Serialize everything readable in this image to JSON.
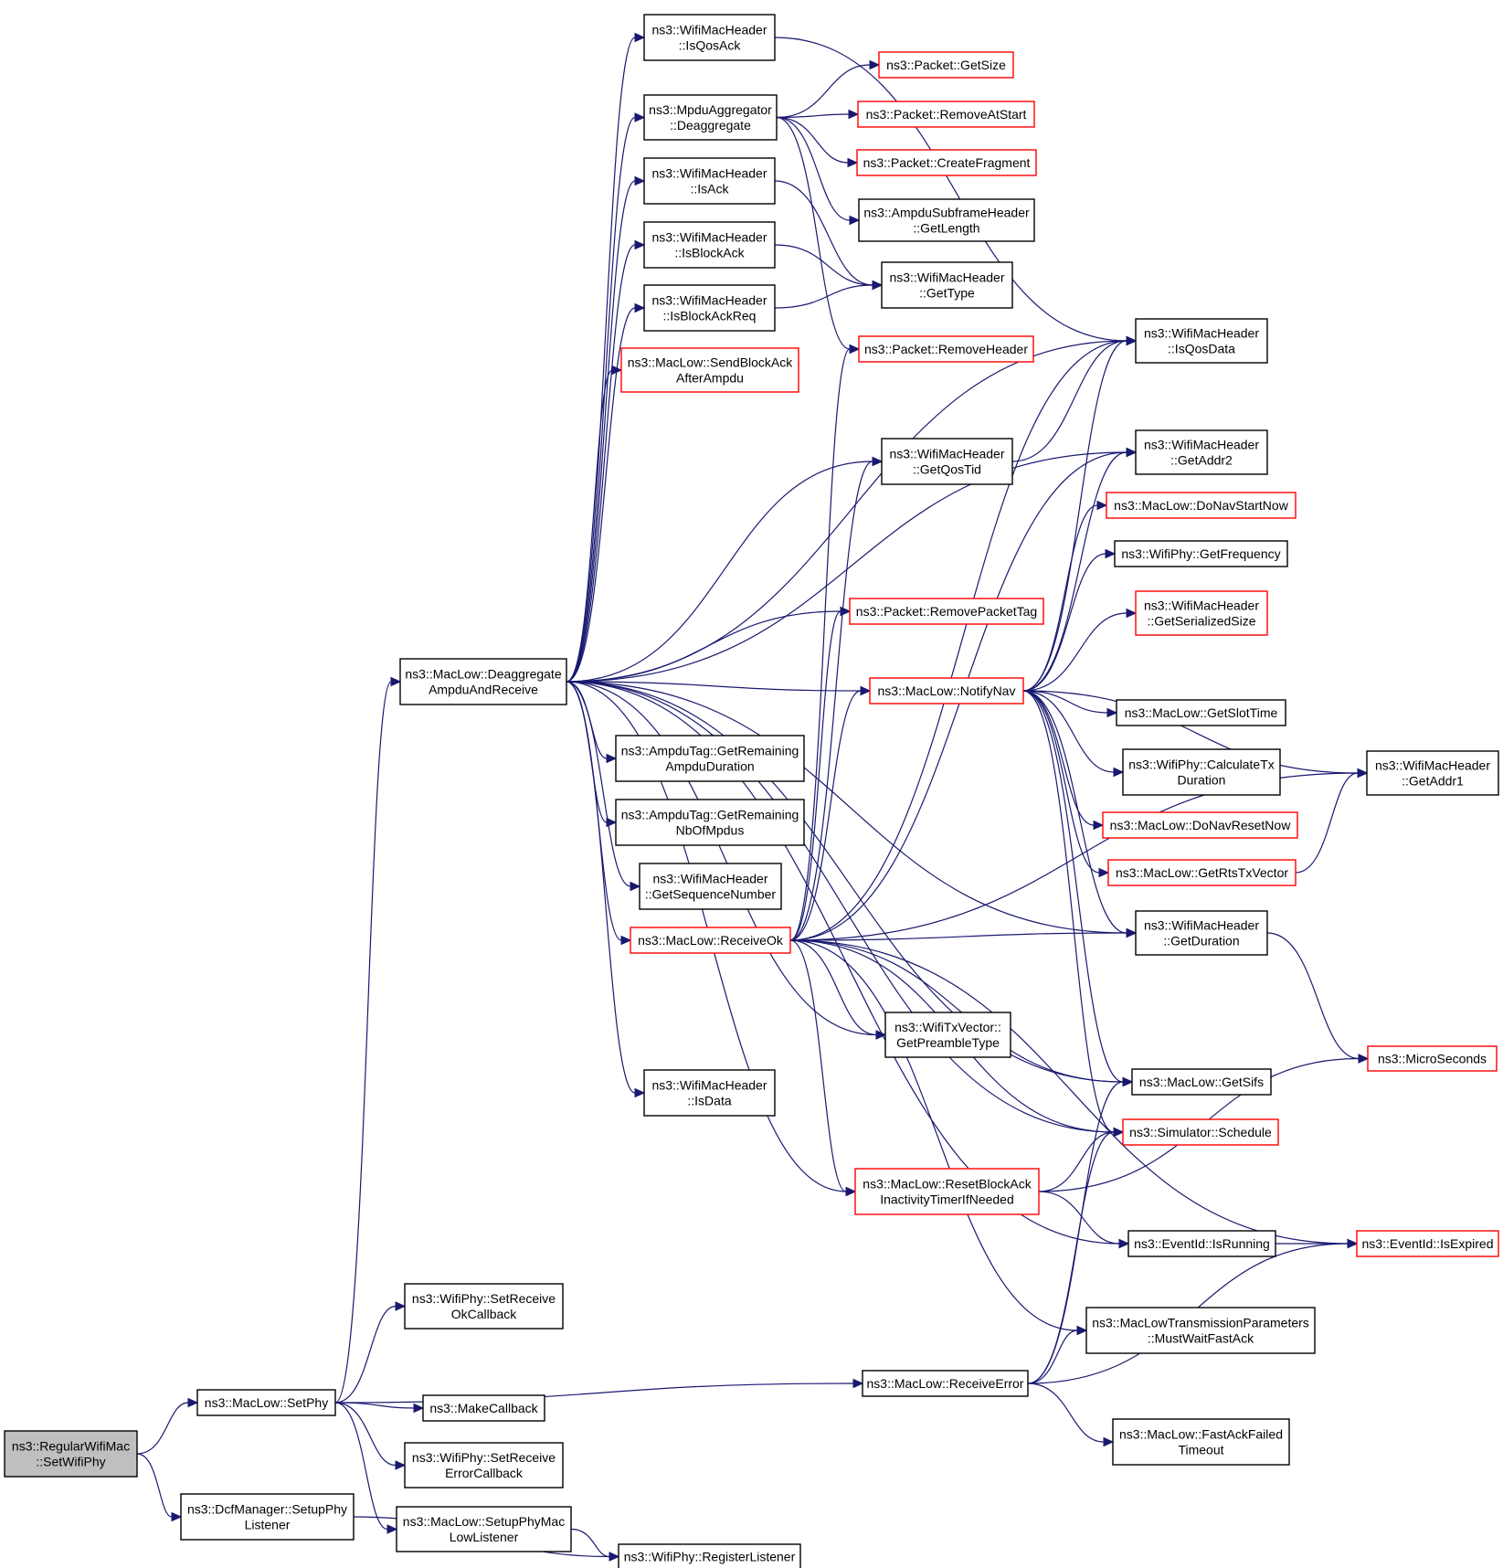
{
  "colors": {
    "edge": "#191970",
    "border_normal": "#000000",
    "border_truncated": "#ff0000",
    "root_fill": "#bfbfbf",
    "node_fill": "#ffffff"
  },
  "nodes": [
    {
      "id": "n_rwm_setwifiphy",
      "lines": [
        "ns3::RegularWifiMac",
        "::SetWifiPhy"
      ],
      "variant": "root"
    },
    {
      "id": "n_maclow_setphy",
      "lines": [
        "ns3::MacLow::SetPhy"
      ],
      "variant": "normal"
    },
    {
      "id": "n_dcf_setupphylistener",
      "lines": [
        "ns3::DcfManager::SetupPhy",
        "Listener"
      ],
      "variant": "normal"
    },
    {
      "id": "n_deaggregate_ampdu_receive",
      "lines": [
        "ns3::MacLow::Deaggregate",
        "AmpduAndReceive"
      ],
      "variant": "normal"
    },
    {
      "id": "n_wifiphy_setreceiveokcb",
      "lines": [
        "ns3::WifiPhy::SetReceive",
        "OkCallback"
      ],
      "variant": "normal"
    },
    {
      "id": "n_makecallback",
      "lines": [
        "ns3::MakeCallback"
      ],
      "variant": "normal"
    },
    {
      "id": "n_wifiphy_setreceiveerrcb",
      "lines": [
        "ns3::WifiPhy::SetReceive",
        "ErrorCallback"
      ],
      "variant": "normal"
    },
    {
      "id": "n_setupphymaclowlistener",
      "lines": [
        "ns3::MacLow::SetupPhyMac",
        "LowListener"
      ],
      "variant": "normal"
    },
    {
      "id": "n_wifiphy_registerlistener",
      "lines": [
        "ns3::WifiPhy::RegisterListener"
      ],
      "variant": "normal"
    },
    {
      "id": "n_isqosack",
      "lines": [
        "ns3::WifiMacHeader",
        "::IsQosAck"
      ],
      "variant": "normal"
    },
    {
      "id": "n_mpdu_deaggregate",
      "lines": [
        "ns3::MpduAggregator",
        "::Deaggregate"
      ],
      "variant": "normal"
    },
    {
      "id": "n_isack",
      "lines": [
        "ns3::WifiMacHeader",
        "::IsAck"
      ],
      "variant": "normal"
    },
    {
      "id": "n_isblockack",
      "lines": [
        "ns3::WifiMacHeader",
        "::IsBlockAck"
      ],
      "variant": "normal"
    },
    {
      "id": "n_isblockackreq",
      "lines": [
        "ns3::WifiMacHeader",
        "::IsBlockAckReq"
      ],
      "variant": "normal"
    },
    {
      "id": "n_sendblockack",
      "lines": [
        "ns3::MacLow::SendBlockAck",
        "AfterAmpdu"
      ],
      "variant": "truncated"
    },
    {
      "id": "n_ampdutag_duration",
      "lines": [
        "ns3::AmpduTag::GetRemaining",
        "AmpduDuration"
      ],
      "variant": "normal"
    },
    {
      "id": "n_ampdutag_nbofmpdus",
      "lines": [
        "ns3::AmpduTag::GetRemaining",
        "NbOfMpdus"
      ],
      "variant": "normal"
    },
    {
      "id": "n_getsequencenumber",
      "lines": [
        "ns3::WifiMacHeader",
        "::GetSequenceNumber"
      ],
      "variant": "normal"
    },
    {
      "id": "n_receiveok",
      "lines": [
        "ns3::MacLow::ReceiveOk"
      ],
      "variant": "truncated"
    },
    {
      "id": "n_isdata",
      "lines": [
        "ns3::WifiMacHeader",
        "::IsData"
      ],
      "variant": "normal"
    },
    {
      "id": "n_receiveerror",
      "lines": [
        "ns3::MacLow::ReceiveError"
      ],
      "variant": "normal"
    },
    {
      "id": "n_packet_getsize",
      "lines": [
        "ns3::Packet::GetSize"
      ],
      "variant": "truncated"
    },
    {
      "id": "n_packet_removeatstart",
      "lines": [
        "ns3::Packet::RemoveAtStart"
      ],
      "variant": "truncated"
    },
    {
      "id": "n_packet_createfragment",
      "lines": [
        "ns3::Packet::CreateFragment"
      ],
      "variant": "truncated"
    },
    {
      "id": "n_ampdusubframe_getlength",
      "lines": [
        "ns3::AmpduSubframeHeader",
        "::GetLength"
      ],
      "variant": "normal"
    },
    {
      "id": "n_gettype",
      "lines": [
        "ns3::WifiMacHeader",
        "::GetType"
      ],
      "variant": "normal"
    },
    {
      "id": "n_packet_removeheader",
      "lines": [
        "ns3::Packet::RemoveHeader"
      ],
      "variant": "truncated"
    },
    {
      "id": "n_getqostid",
      "lines": [
        "ns3::WifiMacHeader",
        "::GetQosTid"
      ],
      "variant": "normal"
    },
    {
      "id": "n_packet_removepackettag",
      "lines": [
        "ns3::Packet::RemovePacketTag"
      ],
      "variant": "truncated"
    },
    {
      "id": "n_notifynav",
      "lines": [
        "ns3::MacLow::NotifyNav"
      ],
      "variant": "truncated"
    },
    {
      "id": "n_wifitxvector_getpreambletype",
      "lines": [
        "ns3::WifiTxVector::",
        "GetPreambleType"
      ],
      "variant": "normal"
    },
    {
      "id": "n_resetblockack",
      "lines": [
        "ns3::MacLow::ResetBlockAck",
        "InactivityTimerIfNeeded"
      ],
      "variant": "truncated"
    },
    {
      "id": "n_isqosdata",
      "lines": [
        "ns3::WifiMacHeader",
        "::IsQosData"
      ],
      "variant": "normal"
    },
    {
      "id": "n_getaddr2",
      "lines": [
        "ns3::WifiMacHeader",
        "::GetAddr2"
      ],
      "variant": "normal"
    },
    {
      "id": "n_donavstartnow",
      "lines": [
        "ns3::MacLow::DoNavStartNow"
      ],
      "variant": "truncated"
    },
    {
      "id": "n_wifiphy_getfrequency",
      "lines": [
        "ns3::WifiPhy::GetFrequency"
      ],
      "variant": "normal"
    },
    {
      "id": "n_getserializedsize",
      "lines": [
        "ns3::WifiMacHeader",
        "::GetSerializedSize"
      ],
      "variant": "truncated"
    },
    {
      "id": "n_getslottime",
      "lines": [
        "ns3::MacLow::GetSlotTime"
      ],
      "variant": "normal"
    },
    {
      "id": "n_calculatetxduration",
      "lines": [
        "ns3::WifiPhy::CalculateTx",
        "Duration"
      ],
      "variant": "normal"
    },
    {
      "id": "n_donavresetnow",
      "lines": [
        "ns3::MacLow::DoNavResetNow"
      ],
      "variant": "truncated"
    },
    {
      "id": "n_getrtstxvector",
      "lines": [
        "ns3::MacLow::GetRtsTxVector"
      ],
      "variant": "truncated"
    },
    {
      "id": "n_getduration",
      "lines": [
        "ns3::WifiMacHeader",
        "::GetDuration"
      ],
      "variant": "normal"
    },
    {
      "id": "n_getsifs",
      "lines": [
        "ns3::MacLow::GetSifs"
      ],
      "variant": "normal"
    },
    {
      "id": "n_simulator_schedule",
      "lines": [
        "ns3::Simulator::Schedule"
      ],
      "variant": "truncated"
    },
    {
      "id": "n_eventid_isrunning",
      "lines": [
        "ns3::EventId::IsRunning"
      ],
      "variant": "normal"
    },
    {
      "id": "n_mustwaitfastack",
      "lines": [
        "ns3::MacLowTransmissionParameters",
        "::MustWaitFastAck"
      ],
      "variant": "normal"
    },
    {
      "id": "n_fastackfailedtimeout",
      "lines": [
        "ns3::MacLow::FastAckFailed",
        "Timeout"
      ],
      "variant": "normal"
    },
    {
      "id": "n_getaddr1",
      "lines": [
        "ns3::WifiMacHeader",
        "::GetAddr1"
      ],
      "variant": "normal"
    },
    {
      "id": "n_microseconds",
      "lines": [
        "ns3::MicroSeconds"
      ],
      "variant": "truncated"
    },
    {
      "id": "n_eventid_isexpired",
      "lines": [
        "ns3::EventId::IsExpired"
      ],
      "variant": "truncated"
    }
  ],
  "edges": [
    [
      "n_rwm_setwifiphy",
      "n_maclow_setphy"
    ],
    [
      "n_rwm_setwifiphy",
      "n_dcf_setupphylistener"
    ],
    [
      "n_maclow_setphy",
      "n_deaggregate_ampdu_receive"
    ],
    [
      "n_maclow_setphy",
      "n_wifiphy_setreceiveokcb"
    ],
    [
      "n_maclow_setphy",
      "n_makecallback"
    ],
    [
      "n_maclow_setphy",
      "n_wifiphy_setreceiveerrcb"
    ],
    [
      "n_maclow_setphy",
      "n_setupphymaclowlistener"
    ],
    [
      "n_maclow_setphy",
      "n_receiveerror"
    ],
    [
      "n_dcf_setupphylistener",
      "n_wifiphy_registerlistener"
    ],
    [
      "n_setupphymaclowlistener",
      "n_wifiphy_registerlistener"
    ],
    [
      "n_deaggregate_ampdu_receive",
      "n_isqosack"
    ],
    [
      "n_deaggregate_ampdu_receive",
      "n_mpdu_deaggregate"
    ],
    [
      "n_deaggregate_ampdu_receive",
      "n_isack"
    ],
    [
      "n_deaggregate_ampdu_receive",
      "n_isblockack"
    ],
    [
      "n_deaggregate_ampdu_receive",
      "n_isblockackreq"
    ],
    [
      "n_deaggregate_ampdu_receive",
      "n_sendblockack"
    ],
    [
      "n_deaggregate_ampdu_receive",
      "n_isqosdata"
    ],
    [
      "n_deaggregate_ampdu_receive",
      "n_getqostid"
    ],
    [
      "n_deaggregate_ampdu_receive",
      "n_getaddr2"
    ],
    [
      "n_deaggregate_ampdu_receive",
      "n_packet_removepackettag"
    ],
    [
      "n_deaggregate_ampdu_receive",
      "n_notifynav"
    ],
    [
      "n_deaggregate_ampdu_receive",
      "n_ampdutag_duration"
    ],
    [
      "n_deaggregate_ampdu_receive",
      "n_ampdutag_nbofmpdus"
    ],
    [
      "n_deaggregate_ampdu_receive",
      "n_getsequencenumber"
    ],
    [
      "n_deaggregate_ampdu_receive",
      "n_receiveok"
    ],
    [
      "n_deaggregate_ampdu_receive",
      "n_wifitxvector_getpreambletype"
    ],
    [
      "n_deaggregate_ampdu_receive",
      "n_isdata"
    ],
    [
      "n_deaggregate_ampdu_receive",
      "n_getsifs"
    ],
    [
      "n_deaggregate_ampdu_receive",
      "n_simulator_schedule"
    ],
    [
      "n_deaggregate_ampdu_receive",
      "n_resetblockack"
    ],
    [
      "n_deaggregate_ampdu_receive",
      "n_eventid_isrunning"
    ],
    [
      "n_deaggregate_ampdu_receive",
      "n_getduration"
    ],
    [
      "n_mpdu_deaggregate",
      "n_packet_getsize"
    ],
    [
      "n_mpdu_deaggregate",
      "n_packet_removeatstart"
    ],
    [
      "n_mpdu_deaggregate",
      "n_packet_createfragment"
    ],
    [
      "n_mpdu_deaggregate",
      "n_ampdusubframe_getlength"
    ],
    [
      "n_mpdu_deaggregate",
      "n_packet_removeheader"
    ],
    [
      "n_isack",
      "n_gettype"
    ],
    [
      "n_isblockack",
      "n_gettype"
    ],
    [
      "n_isblockackreq",
      "n_gettype"
    ],
    [
      "n_isqosack",
      "n_isqosdata"
    ],
    [
      "n_getqostid",
      "n_isqosdata"
    ],
    [
      "n_receiveok",
      "n_packet_removeheader"
    ],
    [
      "n_receiveok",
      "n_getqostid"
    ],
    [
      "n_receiveok",
      "n_packet_removepackettag"
    ],
    [
      "n_receiveok",
      "n_notifynav"
    ],
    [
      "n_receiveok",
      "n_wifitxvector_getpreambletype"
    ],
    [
      "n_receiveok",
      "n_resetblockack"
    ],
    [
      "n_receiveok",
      "n_getsifs"
    ],
    [
      "n_receiveok",
      "n_simulator_schedule"
    ],
    [
      "n_receiveok",
      "n_getaddr1"
    ],
    [
      "n_receiveok",
      "n_eventid_isexpired"
    ],
    [
      "n_receiveok",
      "n_mustwaitfastack"
    ],
    [
      "n_receiveok",
      "n_isqosdata"
    ],
    [
      "n_receiveok",
      "n_getaddr2"
    ],
    [
      "n_receiveok",
      "n_getduration"
    ],
    [
      "n_notifynav",
      "n_isqosdata"
    ],
    [
      "n_notifynav",
      "n_getaddr2"
    ],
    [
      "n_notifynav",
      "n_donavstartnow"
    ],
    [
      "n_notifynav",
      "n_wifiphy_getfrequency"
    ],
    [
      "n_notifynav",
      "n_getserializedsize"
    ],
    [
      "n_notifynav",
      "n_getslottime"
    ],
    [
      "n_notifynav",
      "n_calculatetxduration"
    ],
    [
      "n_notifynav",
      "n_donavresetnow"
    ],
    [
      "n_notifynav",
      "n_getrtstxvector"
    ],
    [
      "n_notifynav",
      "n_getduration"
    ],
    [
      "n_notifynav",
      "n_getaddr1"
    ],
    [
      "n_notifynav",
      "n_getsifs"
    ],
    [
      "n_notifynav",
      "n_simulator_schedule"
    ],
    [
      "n_getrtstxvector",
      "n_getaddr1"
    ],
    [
      "n_getduration",
      "n_microseconds"
    ],
    [
      "n_resetblockack",
      "n_simulator_schedule"
    ],
    [
      "n_resetblockack",
      "n_microseconds"
    ],
    [
      "n_resetblockack",
      "n_eventid_isrunning"
    ],
    [
      "n_eventid_isrunning",
      "n_eventid_isexpired"
    ],
    [
      "n_receiveerror",
      "n_mustwaitfastack"
    ],
    [
      "n_receiveerror",
      "n_fastackfailedtimeout"
    ],
    [
      "n_receiveerror",
      "n_getsifs"
    ],
    [
      "n_receiveerror",
      "n_simulator_schedule"
    ],
    [
      "n_receiveerror",
      "n_eventid_isexpired"
    ]
  ]
}
